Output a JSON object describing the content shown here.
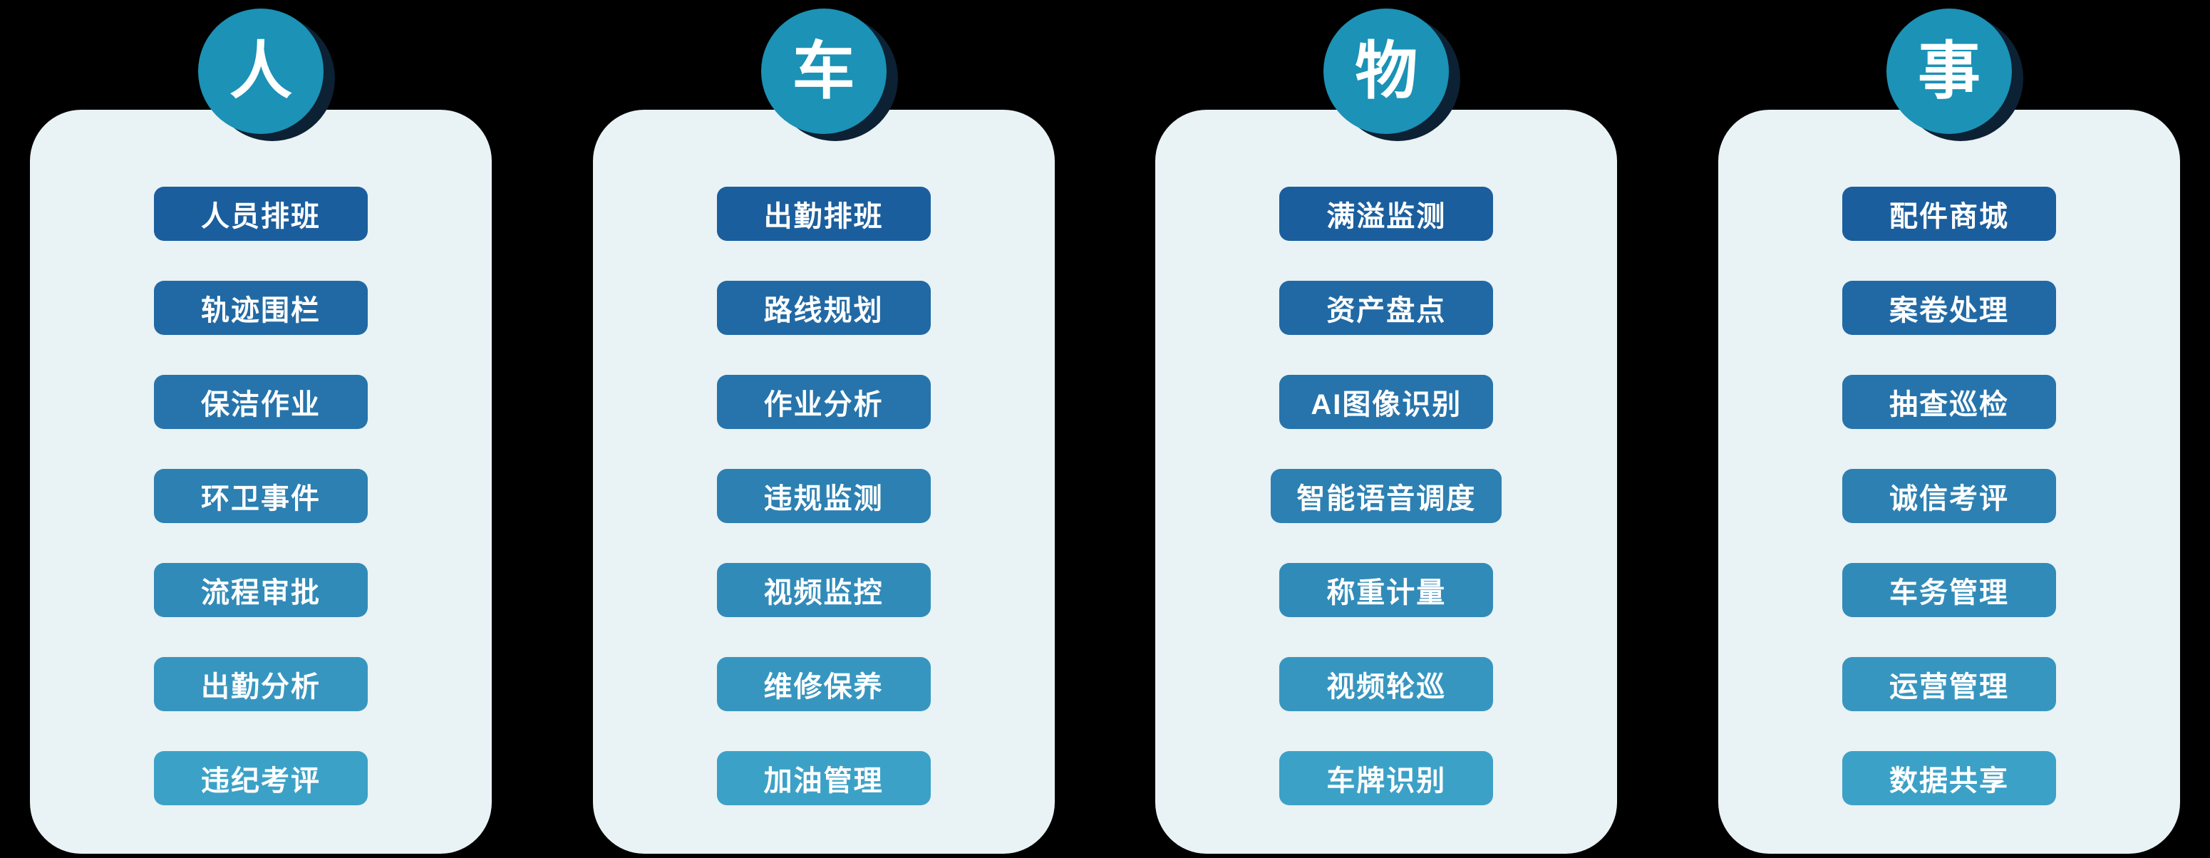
{
  "background": "#000000",
  "colors": {
    "badge": "#1b92b6",
    "badge_shadow": "#0c2133",
    "card": "#e9f2f4",
    "pill_text": "#ffffff",
    "row_colors": [
      "#1b5e9d",
      "#2169a4",
      "#2674ab",
      "#2c80b2",
      "#318bb9",
      "#3796c0",
      "#3ca1c7"
    ]
  },
  "columns": [
    {
      "badge": "人",
      "items": [
        "人员排班",
        "轨迹围栏",
        "保洁作业",
        "环卫事件",
        "流程审批",
        "出勤分析",
        "违纪考评"
      ]
    },
    {
      "badge": "车",
      "items": [
        "出勤排班",
        "路线规划",
        "作业分析",
        "违规监测",
        "视频监控",
        "维修保养",
        "加油管理"
      ]
    },
    {
      "badge": "物",
      "items": [
        "满溢监测",
        "资产盘点",
        "AI图像识别",
        "智能语音调度",
        "称重计量",
        "视频轮巡",
        "车牌识别"
      ]
    },
    {
      "badge": "事",
      "items": [
        "配件商城",
        "案卷处理",
        "抽查巡检",
        "诚信考评",
        "车务管理",
        "运营管理",
        "数据共享"
      ]
    }
  ]
}
